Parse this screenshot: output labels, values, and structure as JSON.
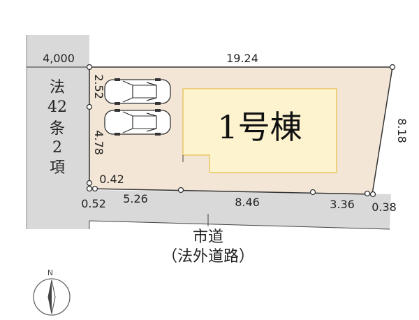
{
  "building": {
    "label": "1号棟"
  },
  "road_west": {
    "label_chars": [
      "法",
      "42",
      "条",
      "2",
      "項"
    ],
    "width_label": "4,000"
  },
  "road_south": {
    "line1": "市道",
    "line2": "（法外道路）"
  },
  "dimensions": {
    "north": "19.24",
    "east": "8.18",
    "west_upper": "2.52",
    "west_lower": "4.78",
    "corner_offset": "0.42",
    "corner_left": "0.52",
    "south_1": "5.26",
    "south_2": "8.46",
    "south_3": "3.36",
    "corner_right": "0.38"
  },
  "compass": {
    "label": "N",
    "icon": "north-arrow-icon"
  },
  "colors": {
    "lot": "#f3e6d6",
    "road": "#d9d9d9",
    "building": "#fdf3cf",
    "building_border": "#e8c765"
  }
}
